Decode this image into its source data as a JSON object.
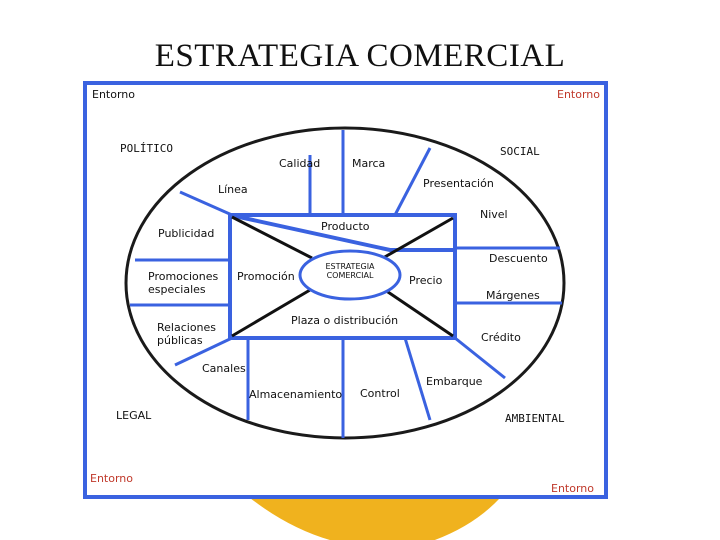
{
  "title": "ESTRATEGIA COMERCIAL",
  "colors": {
    "frame": "#3a62e0",
    "blob": "#f0b21e",
    "entorno": "#c0392b"
  },
  "corners": {
    "top_left": "Entorno",
    "top_right": "Entorno",
    "bottom_left": "Entorno",
    "bottom_right": "Entorno"
  },
  "factors": {
    "politico": "POLÍTICO",
    "social": "SOCIAL",
    "legal": "LEGAL",
    "ambiental": "AMBIENTAL"
  },
  "center": {
    "line1": "ESTRATEGIA",
    "line2": "COMERCIAL"
  },
  "sections": {
    "producto": "Producto",
    "promocion": "Promoción",
    "precio": "Precio",
    "plaza": "Plaza o distribución"
  },
  "items": {
    "calidad": "Calidad",
    "marca": "Marca",
    "linea": "Línea",
    "presentacion": "Presentación",
    "nivel": "Nivel",
    "publicidad": "Publicidad",
    "descuento": "Descuento",
    "promociones_1": "Promociones",
    "promociones_2": "especiales",
    "margenes": "Márgenes",
    "relaciones_1": "Relaciones",
    "relaciones_2": "públicas",
    "credito": "Crédito",
    "canales": "Canales",
    "embarque": "Embarque",
    "almacenamiento": "Almacenamiento",
    "control": "Control"
  }
}
